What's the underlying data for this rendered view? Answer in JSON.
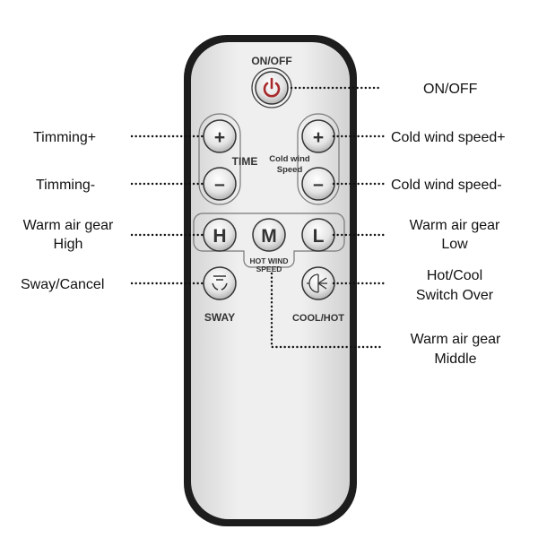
{
  "remote": {
    "onoff_label": "ON/OFF",
    "time_label": "TIME",
    "cold_wind_label_1": "Cold wind",
    "cold_wind_label_2": "Speed",
    "hot_wind_label_1": "HOT WIND",
    "hot_wind_label_2": "SPEED",
    "sway_label": "SWAY",
    "coolhot_label": "COOL/HOT",
    "buttons": {
      "plus": "+",
      "minus": "–",
      "high": "H",
      "mid": "M",
      "low": "L"
    },
    "power_color": "#a8292b"
  },
  "callouts": {
    "onoff": "ON/OFF",
    "timming_plus": "Timming+",
    "timming_minus": "Timming-",
    "warm_high_1": "Warm air gear",
    "warm_high_2": "High",
    "sway_cancel": "Sway/Cancel",
    "cold_plus": "Cold wind speed+",
    "cold_minus": "Cold wind speed-",
    "warm_low_1": "Warm air gear",
    "warm_low_2": "Low",
    "hotcool_1": "Hot/Cool",
    "hotcool_2": "Switch Over",
    "warm_mid_1": "Warm air gear",
    "warm_mid_2": "Middle"
  }
}
